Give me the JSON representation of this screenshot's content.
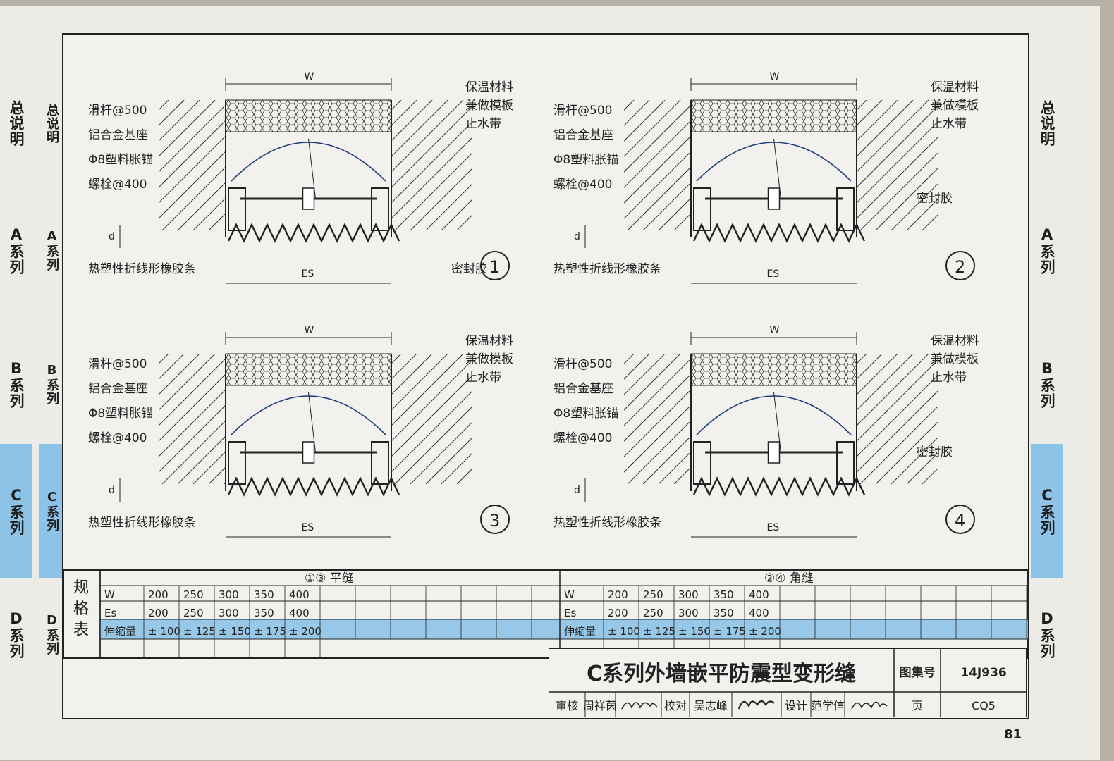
{
  "side_tabs": [
    "总说明",
    "A系列",
    "B系列",
    "C系列",
    "D系列"
  ],
  "active_tab": "C系列",
  "details": [
    {
      "number": "1",
      "labels_left": [
        "滑杆@500",
        "铝合金基座",
        "Φ8塑料胀锚",
        "螺栓@400"
      ],
      "labels_right": [
        "保温材料",
        "兼做模板",
        "止水带"
      ],
      "sealant": "密封胶",
      "rubber": "热塑性折线形橡胶条",
      "w": "W",
      "es": "ES",
      "d": "d"
    },
    {
      "number": "2",
      "labels_left": [
        "滑杆@500",
        "铝合金基座",
        "Φ8塑料胀锚",
        "螺栓@400"
      ],
      "labels_right": [
        "保温材料",
        "兼做模板",
        "止水带"
      ],
      "sealant": "密封胶",
      "rubber": "热塑性折线形橡胶条",
      "w": "W",
      "es": "ES",
      "d": "d"
    },
    {
      "number": "3",
      "labels_left": [
        "滑杆@500",
        "铝合金基座",
        "Φ8塑料胀锚",
        "螺栓@400"
      ],
      "labels_right": [
        "保温材料",
        "兼做模板",
        "止水带"
      ],
      "sealant": "",
      "rubber": "热塑性折线形橡胶条",
      "w": "W",
      "es": "ES",
      "d": "d"
    },
    {
      "number": "4",
      "labels_left": [
        "滑杆@500",
        "铝合金基座",
        "Φ8塑料胀锚",
        "螺栓@400"
      ],
      "labels_right": [
        "保温材料",
        "兼做模板",
        "止水带"
      ],
      "sealant": "密封胶",
      "rubber": "热塑性折线形橡胶条",
      "w": "W",
      "es": "ES",
      "d": "d"
    }
  ],
  "spec_table": {
    "label": "规格表",
    "groups": [
      {
        "title": "①③ 平缝",
        "rows": [
          {
            "name": "W",
            "values": [
              "200",
              "250",
              "300",
              "350",
              "400"
            ]
          },
          {
            "name": "Es",
            "values": [
              "200",
              "250",
              "300",
              "350",
              "400"
            ]
          },
          {
            "name": "伸缩量",
            "values": [
              "± 100",
              "± 125",
              "± 150",
              "± 175",
              "± 200"
            ]
          }
        ]
      },
      {
        "title": "②④ 角缝",
        "rows": [
          {
            "name": "W",
            "values": [
              "200",
              "250",
              "300",
              "350",
              "400"
            ]
          },
          {
            "name": "Es",
            "values": [
              "200",
              "250",
              "300",
              "350",
              "400"
            ]
          },
          {
            "name": "伸缩量",
            "values": [
              "± 100",
              "± 125",
              "± 150",
              "± 175",
              "± 200"
            ]
          }
        ]
      }
    ]
  },
  "title_block": {
    "title": "C系列外墙嵌平防震型变形缝",
    "atlas_label": "图集号",
    "atlas_no": "14J936",
    "review_label": "审核",
    "reviewer": "周祥茵",
    "check_label": "校对",
    "checker": "吴志峰",
    "design_label": "设计",
    "designer": "范学信",
    "page_label": "页",
    "page_code": "CQ5"
  },
  "page_number": "81",
  "colors": {
    "highlight": "#8dc3e6",
    "ink": "#222222",
    "paper": "#f2f1ed"
  }
}
